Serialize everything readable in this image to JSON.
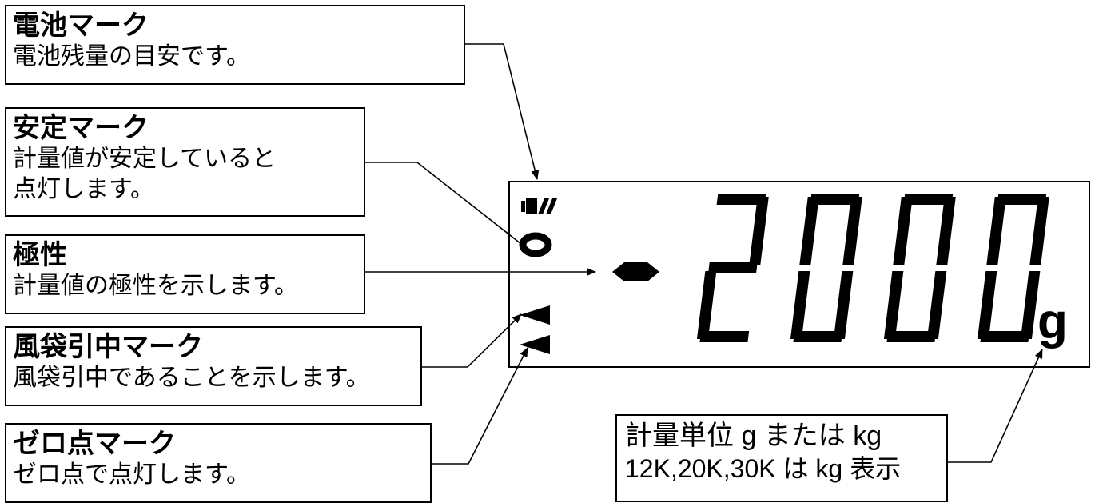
{
  "callouts": {
    "battery": {
      "title": "電池マーク",
      "desc": "電池残量の目安です。"
    },
    "stable": {
      "title": "安定マーク",
      "desc1": "計量値が安定していると",
      "desc2": "点灯します。"
    },
    "polarity": {
      "title": "極性",
      "desc": "計量値の極性を示します。"
    },
    "tare": {
      "title": "風袋引中マーク",
      "desc": "風袋引中であることを示します。"
    },
    "zero": {
      "title": "ゼロ点マーク",
      "desc": "ゼロ点で点灯します。"
    }
  },
  "display": {
    "reading": "-2000",
    "unit": "g"
  },
  "unit_callout": {
    "line1": "計量単位 g または kg",
    "line2": "12K,20K,30K は kg 表示"
  }
}
